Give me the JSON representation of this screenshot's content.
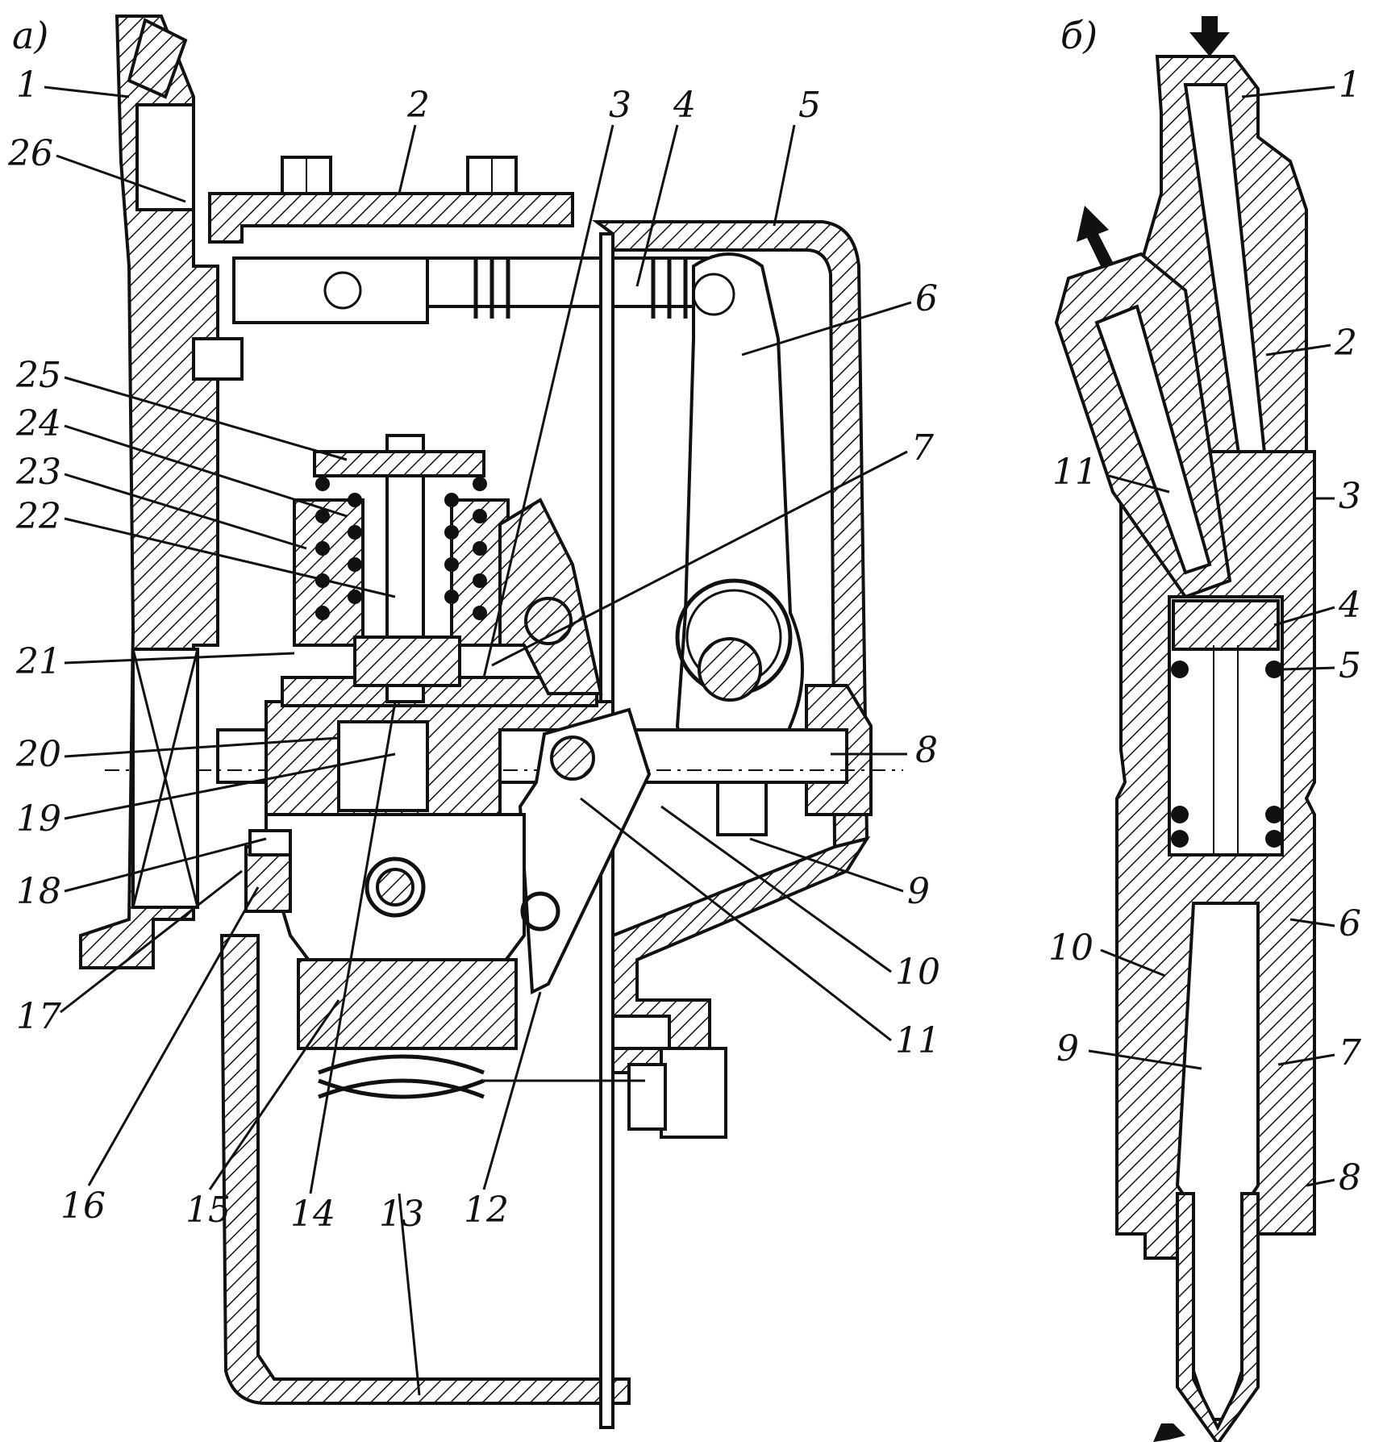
{
  "diagram": {
    "panel_a": {
      "marker": "а)",
      "labels": [
        "1",
        "2",
        "3",
        "4",
        "5",
        "6",
        "7",
        "8",
        "9",
        "10",
        "11",
        "12",
        "13",
        "14",
        "15",
        "16",
        "17",
        "18",
        "19",
        "20",
        "21",
        "22",
        "23",
        "24",
        "25",
        "26"
      ]
    },
    "panel_b": {
      "marker": "б)",
      "labels": [
        "1",
        "2",
        "3",
        "4",
        "5",
        "6",
        "7",
        "8",
        "9",
        "10",
        "11"
      ]
    }
  }
}
